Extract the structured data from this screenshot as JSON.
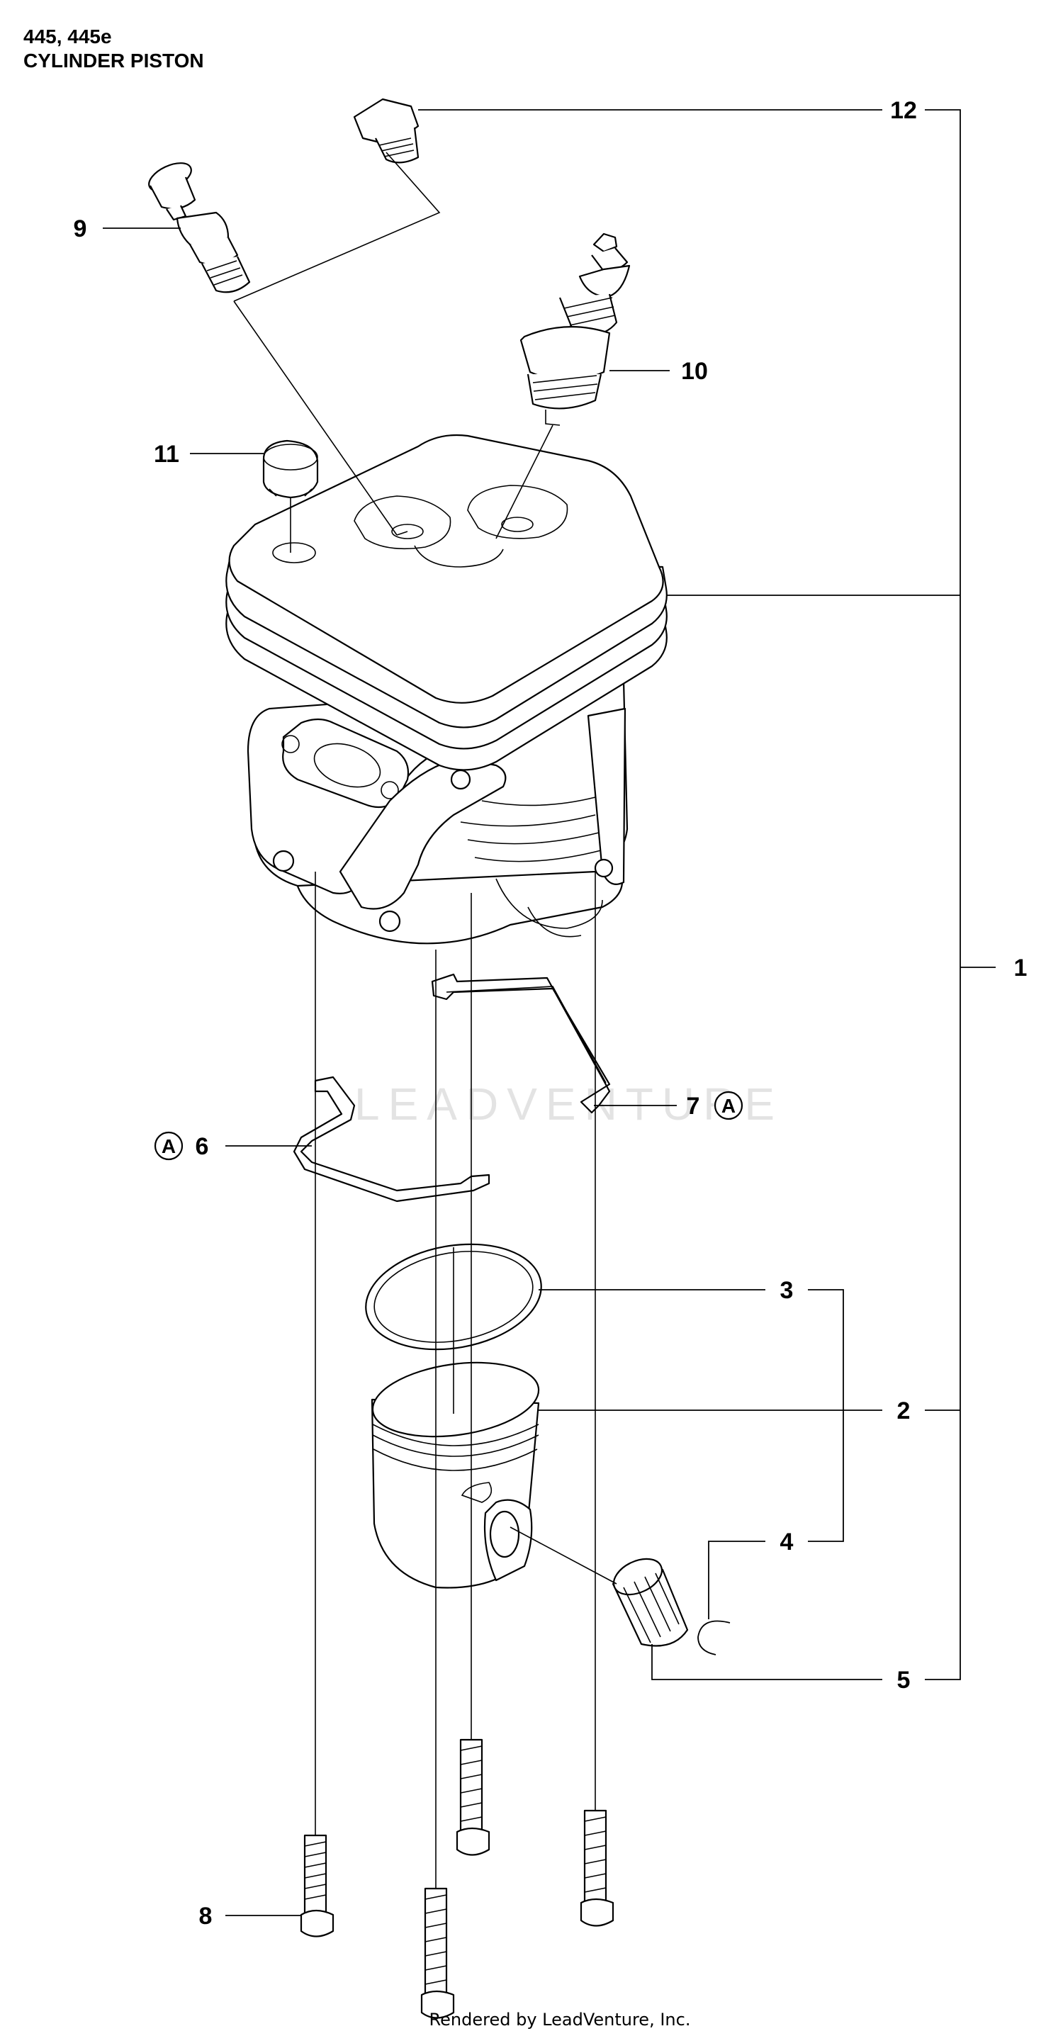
{
  "title": {
    "model": "445, 445e",
    "section": "CYLINDER PISTON"
  },
  "callouts": {
    "c1": "1",
    "c2": "2",
    "c3": "3",
    "c4": "4",
    "c5": "5",
    "c6": "6",
    "c7": "7",
    "c8": "8",
    "c9": "9",
    "c10": "10",
    "c11": "11",
    "c12": "12"
  },
  "reference_marks": {
    "ref6": "A",
    "ref7": "A"
  },
  "watermark": "LEADVENTURE",
  "footer": "Rendered by LeadVenture, Inc."
}
